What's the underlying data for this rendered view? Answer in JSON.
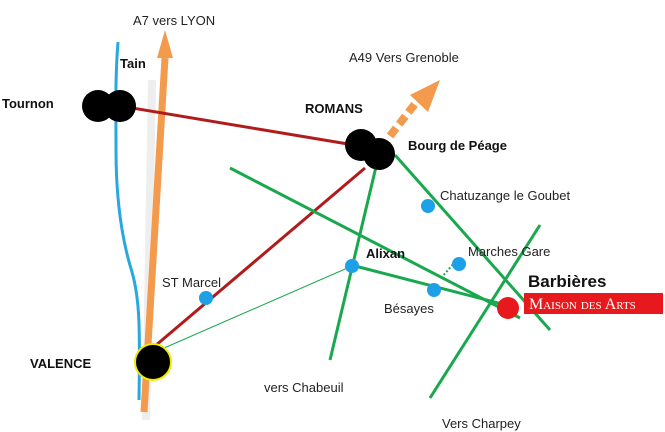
{
  "map": {
    "colors": {
      "motorway": "#f39a4c",
      "river": "#29a8e0",
      "rail": "#b01c1c",
      "road": "#1aa84e",
      "stop": "#1ea0e6",
      "destination": "#e8191c",
      "town": "#000000"
    },
    "labels": {
      "a7": "A7 vers LYON",
      "a49": "A49 Vers Grenoble",
      "tain": "Tain",
      "tournon": "Tournon",
      "romans": "ROMANS",
      "bourg": "Bourg de Péage",
      "chatuzange": "Chatuzange le Goubet",
      "marches": "Marches Gare",
      "alixan": "Alixan",
      "st_marcel": "ST Marcel",
      "besayes": "Bésayes",
      "valence": "VALENCE",
      "chabeuil": "vers Chabeuil",
      "charpey": "Vers Charpey",
      "barbieres": "Barbières",
      "maison": "Maison des Arts"
    }
  }
}
